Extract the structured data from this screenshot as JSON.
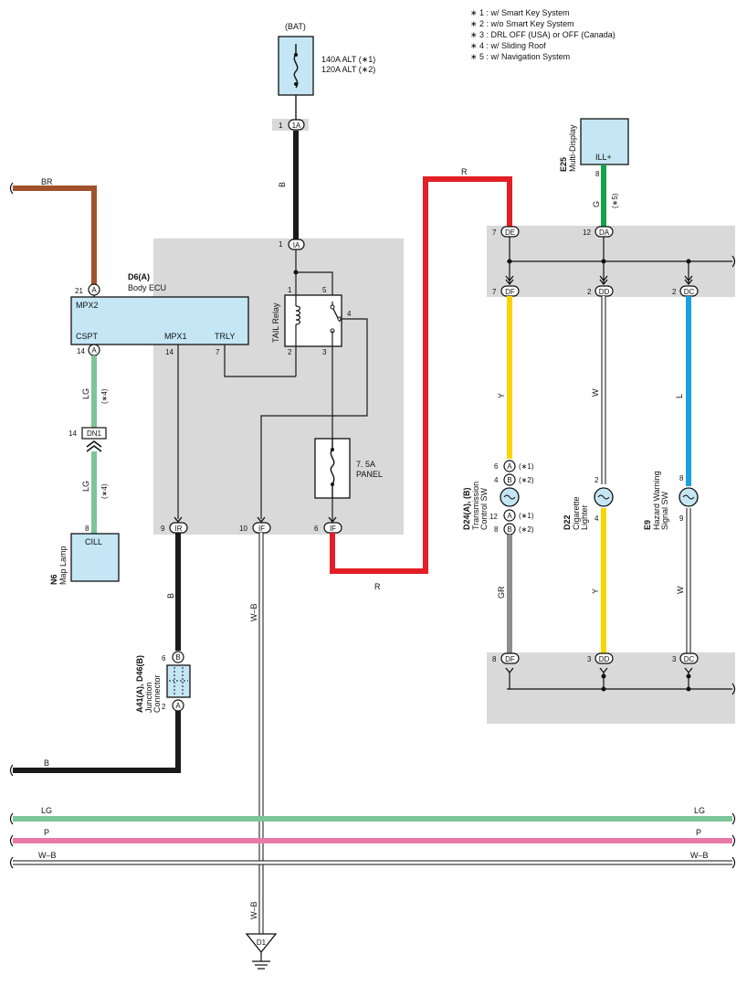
{
  "notes": [
    "∗ 1 : w/ Smart Key System",
    "∗ 2 : w/o Smart Key System",
    "∗ 3 : DRL OFF (USA) or OFF (Canada)",
    "∗ 4 : w/ Sliding Roof",
    "∗ 5 : w/ Navigation System"
  ],
  "bat": {
    "label": "(BAT)",
    "fuse_line1": "140A ALT (∗1)",
    "fuse_line2": "120A ALT (∗2)",
    "pin": "1",
    "conn": "1A"
  },
  "relay_block": {
    "top_pin": "1",
    "top_conn": "IA",
    "relay_name": "TAIL Relay",
    "relay_pins": [
      "1",
      "5",
      "2",
      "3",
      "4"
    ],
    "fuse_line1": "7. 5A",
    "fuse_line2": "PANEL",
    "bottom_left_pin": "9",
    "bottom_left_conn": "IR",
    "bottom_mid_pin": "10",
    "bottom_mid_conn": "IF",
    "bottom_right_pin": "6",
    "bottom_right_conn": "IF"
  },
  "ecu": {
    "id": "D6(A)",
    "name": "Body ECU",
    "top_pin": "21",
    "top_conn": "A",
    "t_mpx2": "MPX2",
    "t_cspt": "CSPT",
    "t_mpx1": "MPX1",
    "t_trly": "TRLY",
    "pin_cspt": "14",
    "conn_cspt": "A",
    "pin_mpx1": "14",
    "pin_trly": "7"
  },
  "map_lamp": {
    "id": "N6",
    "name": "Map Lamp",
    "terminal": "CILL",
    "pin": "8",
    "dn1_pin": "14",
    "dn1_conn": "DN1"
  },
  "multi_display": {
    "id": "E25",
    "name": "Multi-Display",
    "terminal": "ILL+",
    "pin": "8",
    "wire": "G",
    "cond": "(∗5)"
  },
  "junction_top": {
    "p1": "7",
    "c1": "DE",
    "p2": "12",
    "c2": "DA",
    "p3": "7",
    "c3": "DF",
    "p4": "2",
    "c4": "DD",
    "p5": "2",
    "c5": "DC"
  },
  "junction_bottom": {
    "p1": "8",
    "c1": "DF",
    "p2": "3",
    "c2": "DD",
    "p3": "3",
    "c3": "DC"
  },
  "trans_sw": {
    "id": "D24(A), (B)",
    "name": "Transmission",
    "name2": "Control SW",
    "p1": "6",
    "c1": "A",
    "n1": "(∗1)",
    "p2": "4",
    "c2": "B",
    "n2": "(∗2)",
    "p3": "12",
    "c3": "A",
    "n3": "(∗1)",
    "p4": "8",
    "c4": "B",
    "n4": "(∗2)"
  },
  "cig": {
    "id": "D22",
    "name": "Cigarette",
    "name2": "Lighter",
    "p1": "2",
    "p2": "4"
  },
  "hazard": {
    "id": "E9",
    "name": "Hazard Warning",
    "name2": "Signal SW",
    "p1": "8",
    "p2": "9"
  },
  "junction_conn": {
    "id": "A41(A), D46(B)",
    "name": "Junction",
    "name2": "Connector",
    "p1": "6",
    "c1": "B",
    "p2": "2",
    "c2": "A"
  },
  "ground": {
    "id": "D1"
  },
  "wires": {
    "br": "BR",
    "b_top": "B",
    "r_top": "R",
    "r_bottom": "R",
    "lg1": "LG",
    "lg1_cond": "(∗4)",
    "lg2": "LG",
    "lg2_cond": "(∗4)",
    "b_mid": "B",
    "b_left": "B",
    "wb_mid": "W–B",
    "wb_low": "W–B",
    "y1": "Y",
    "w1": "W",
    "l1": "L",
    "gr": "GR",
    "y2": "Y",
    "w2": "W",
    "bus_lg_l": "LG",
    "bus_lg_r": "LG",
    "bus_p_l": "P",
    "bus_p_r": "P",
    "bus_wb_l": "W–B",
    "bus_wb_r": "W–B"
  },
  "colors": {
    "brown": "#a0522d",
    "black": "#1a1a1a",
    "red": "#e41e26",
    "lightgreen": "#7cc49a",
    "green": "#15a34a",
    "yellow": "#f6d500",
    "blue": "#1aa0e0",
    "gray": "#8c8c8c",
    "pink": "#e87aa8",
    "panel_gray": "#d9d9d9",
    "component_blue": "#c4e6f5"
  }
}
